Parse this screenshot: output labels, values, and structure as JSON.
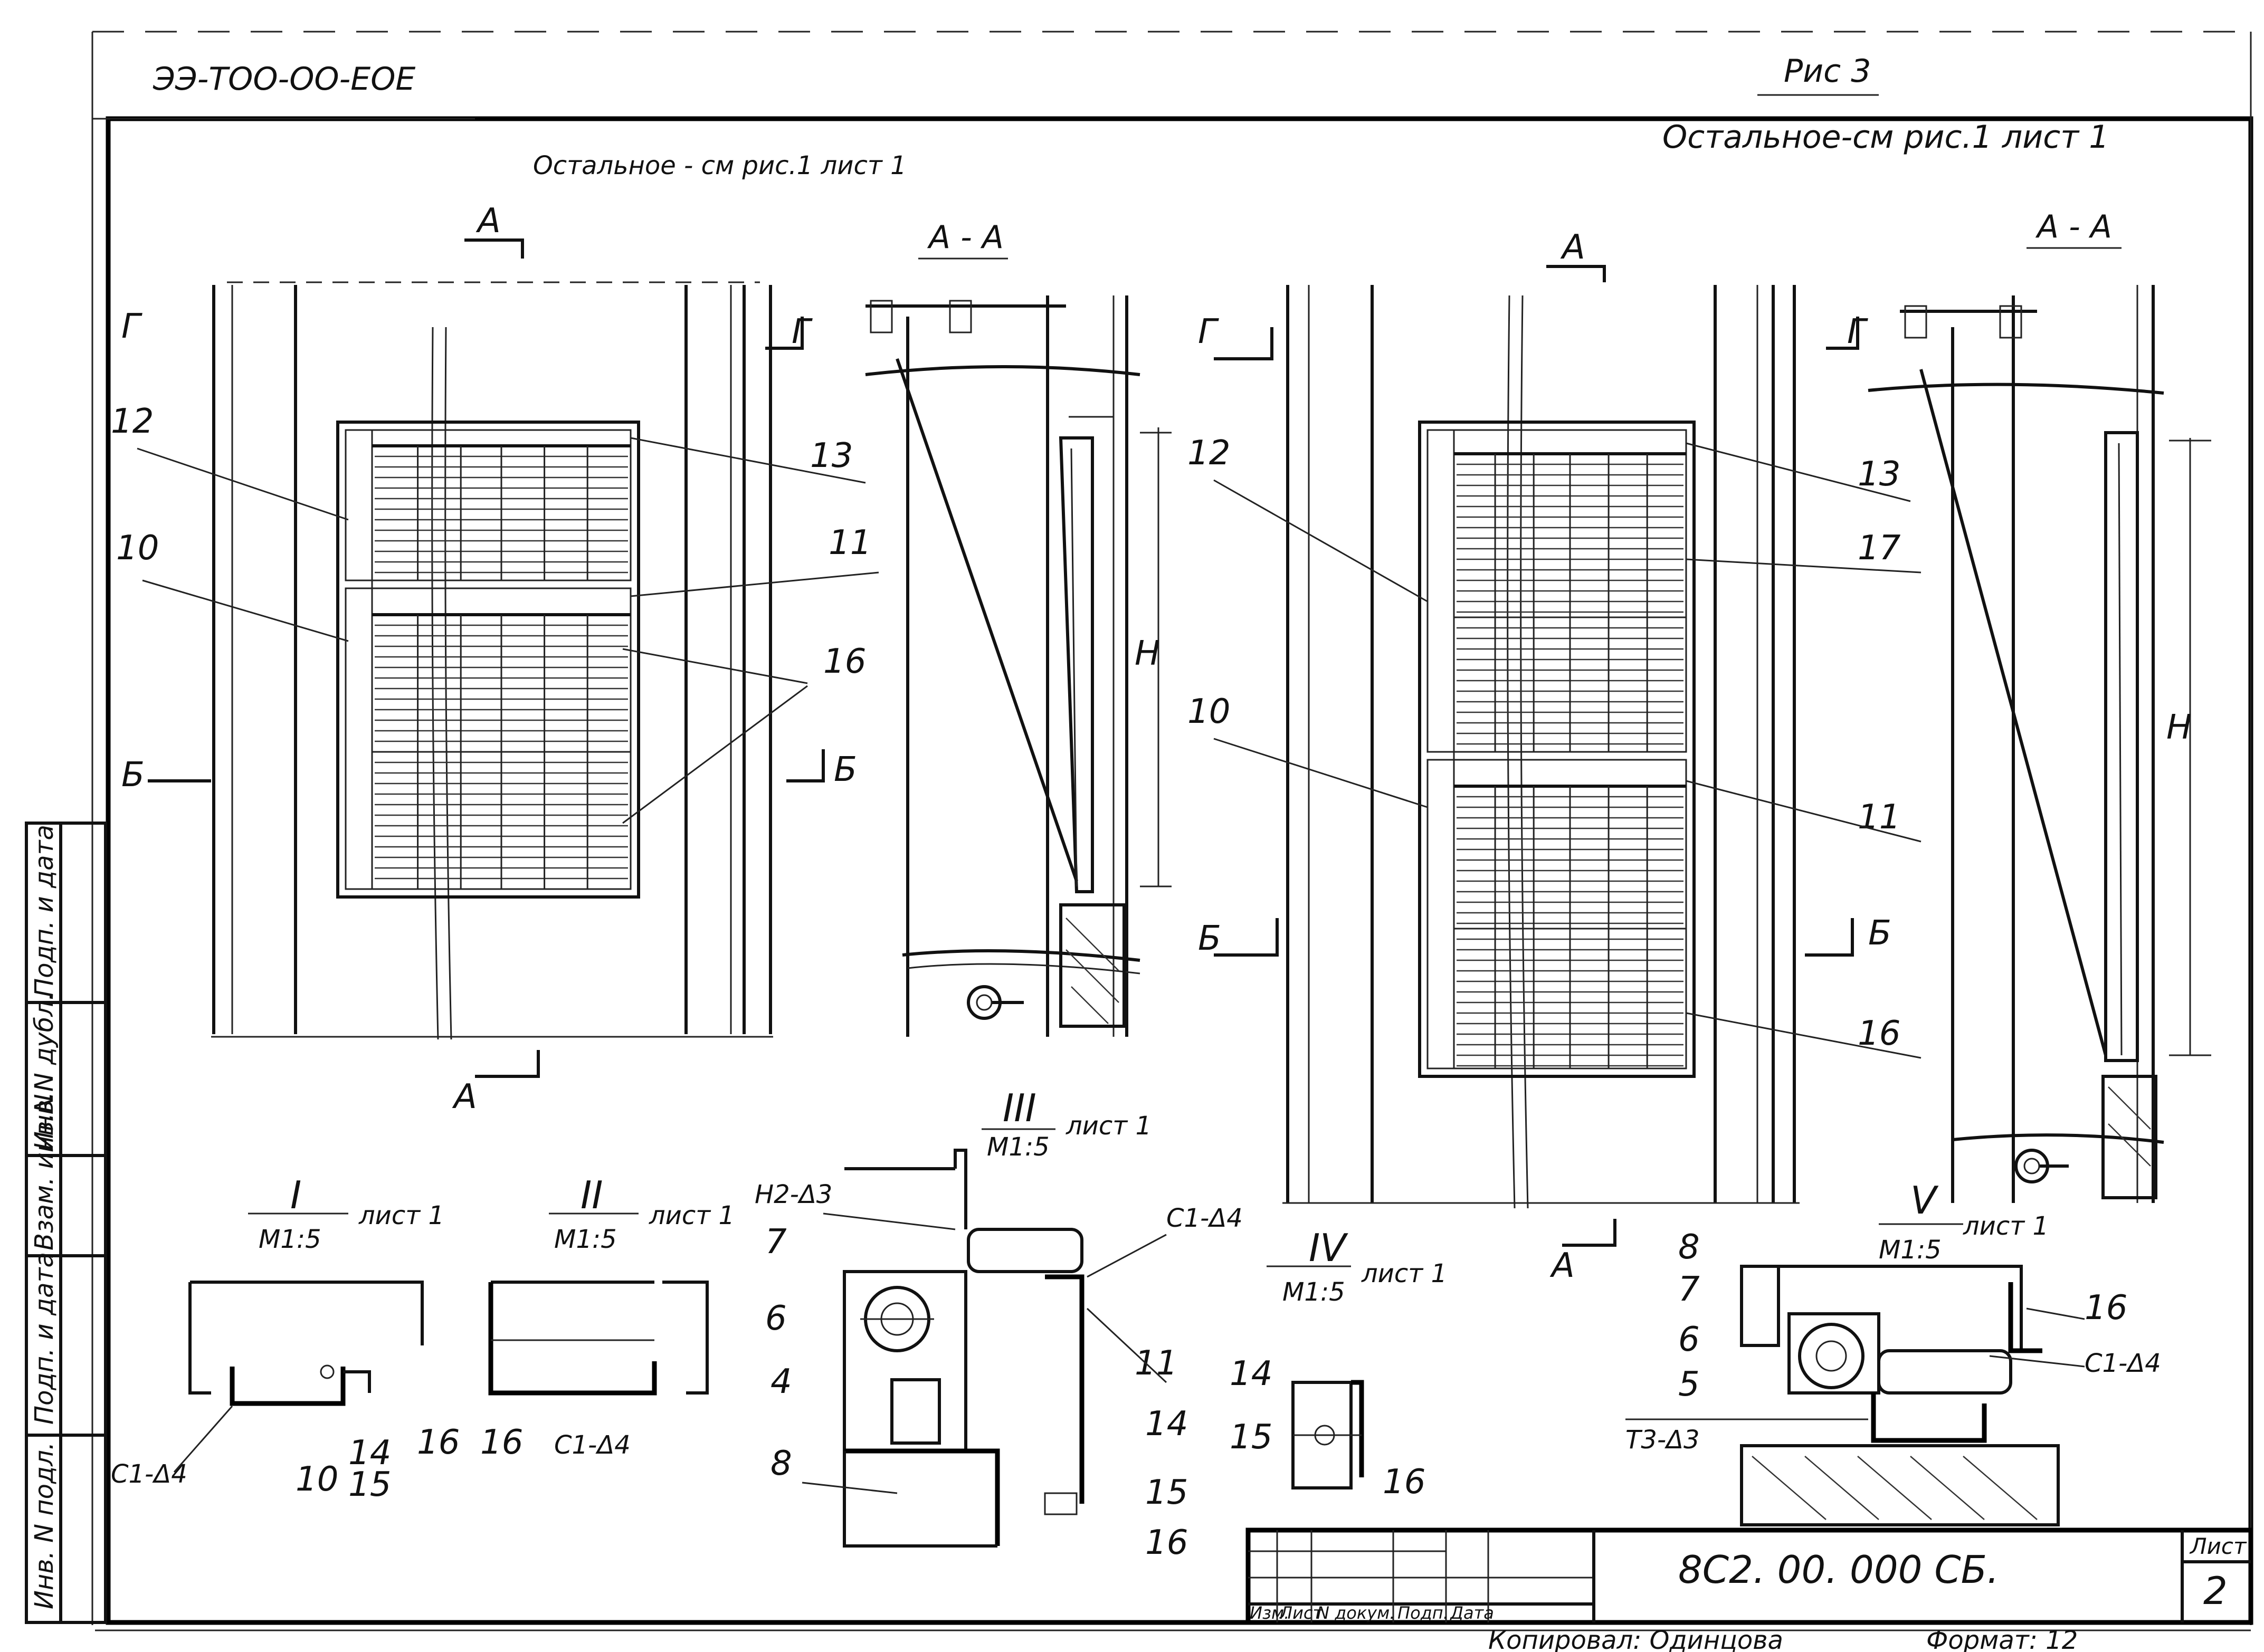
{
  "drawing": {
    "code_topleft": "ЭЭ-ТОО-ОО-ЕОЕ",
    "figure_label": "Рис 3",
    "note_right": "Остальное-см рис.1 лист 1",
    "note_left": "Остальное - см рис.1 лист 1",
    "section_aa": "А - А",
    "section_marks": {
      "a": "А",
      "b": "Б",
      "g": "Г"
    },
    "left_view_numbers": [
      "12",
      "10",
      "13",
      "11",
      "16"
    ],
    "right_view_numbers": [
      "12",
      "10",
      "13",
      "17",
      "11",
      "16"
    ],
    "dim_h": "Н"
  },
  "details": {
    "I": {
      "title": "I",
      "scale": "М1:5",
      "sheet": "лист 1",
      "labels": [
        "С1-Δ4",
        "10",
        "14",
        "15",
        "16"
      ]
    },
    "II": {
      "title": "II",
      "scale": "М1:5",
      "sheet": "лист 1",
      "labels": [
        "16",
        "С1-Δ4"
      ]
    },
    "III": {
      "title": "III",
      "scale": "М1:5",
      "sheet": "лист 1",
      "labels": [
        "Н2-Δ3",
        "С1-Δ4",
        "7",
        "6",
        "4",
        "11",
        "8",
        "14",
        "15",
        "16"
      ]
    },
    "IV": {
      "title": "IV",
      "scale": "М1:5",
      "sheet": "лист 1",
      "labels": [
        "14",
        "15",
        "16"
      ]
    },
    "V": {
      "title": "V",
      "scale": "М1:5",
      "sheet": "лист 1",
      "labels": [
        "8",
        "7",
        "6",
        "5",
        "Т3-Δ3",
        "16",
        "С1-Δ4"
      ]
    }
  },
  "stamp": {
    "designation": "8С2. 00. 000 СБ.",
    "sheet_label": "Лист",
    "sheet_number": "2",
    "columns": [
      "Изм.",
      "Лист",
      "N докум.",
      "Подп.",
      "Дата"
    ],
    "copied_by": "Копировал: Одинцова",
    "format": "Формат: 12"
  },
  "side_strip": {
    "cells": [
      "Инв. N подл.",
      "Подп. и дата",
      "Взам. инв.N",
      "Инв.N дубл.",
      "Подп. и дата"
    ]
  }
}
